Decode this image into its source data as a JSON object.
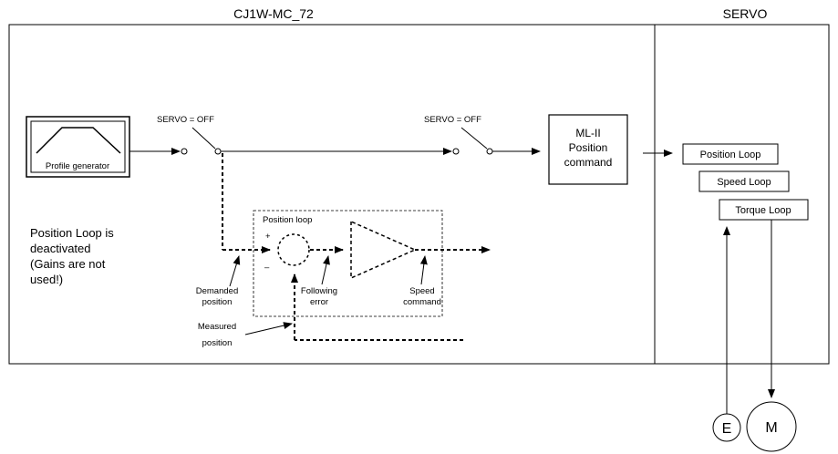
{
  "header": {
    "controller_title": "CJ1W-MC_72",
    "servo_title": "SERVO"
  },
  "profile_generator": {
    "label": "Profile generator"
  },
  "switches": {
    "first_label": "SERVO = OFF",
    "second_label": "SERVO = OFF"
  },
  "mlii_box": {
    "line1": "ML-II",
    "line2": "Position",
    "line3": "command"
  },
  "note": {
    "line1": "Position Loop is",
    "line2": "deactivated",
    "line3": "(Gains are not",
    "line4": "used!)"
  },
  "position_loop": {
    "title": "Position loop",
    "plus_sign": "+",
    "minus_sign": "–",
    "demanded_line1": "Demanded",
    "demanded_line2": "position",
    "following_line1": "Following",
    "following_line2": "error",
    "speed_line1": "Speed",
    "speed_line2": "command",
    "measured_line1": "Measured",
    "measured_line2": "position"
  },
  "servo_loops": {
    "position": "Position Loop",
    "speed": "Speed Loop",
    "torque": "Torque Loop"
  },
  "motor": {
    "encoder": "E",
    "motor": "M"
  }
}
